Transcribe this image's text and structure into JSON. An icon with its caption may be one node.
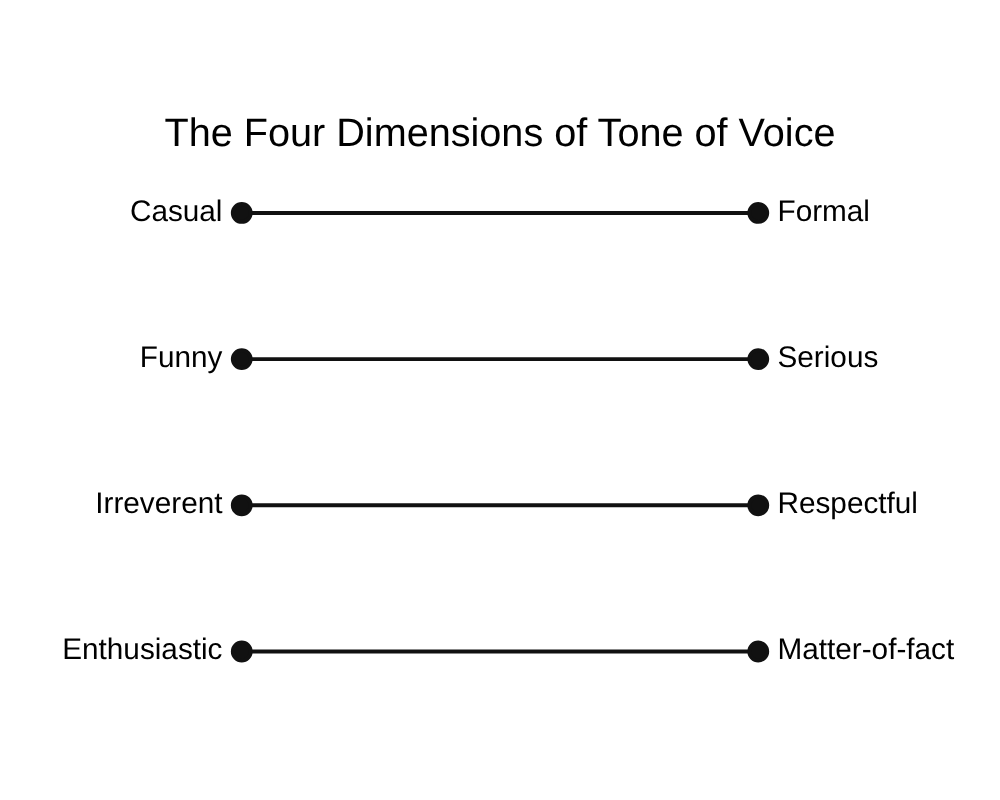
{
  "diagram": {
    "title": "The Four Dimensions of Tone of Voice",
    "nodes": [
      {
        "text": [
          "Casual"
        ]
      },
      {
        "text": [
          "Formal"
        ]
      },
      {
        "text": [
          "Funny"
        ]
      },
      {
        "text": [
          "Serious"
        ]
      },
      {
        "text": [
          "Irreverent"
        ]
      },
      {
        "text": [
          "Respectful"
        ]
      },
      {
        "text": [
          "Enthusiastic"
        ]
      },
      {
        "text": [
          "Matter-of-fact"
        ]
      }
    ],
    "edges": [
      {
        "from": 0,
        "to": 1,
        "arrow": "other"
      },
      {
        "from": 2,
        "to": 3,
        "arrow": "other"
      },
      {
        "from": 4,
        "to": 5,
        "arrow": "other"
      },
      {
        "from": 6,
        "to": 7,
        "arrow": "other"
      }
    ]
  }
}
